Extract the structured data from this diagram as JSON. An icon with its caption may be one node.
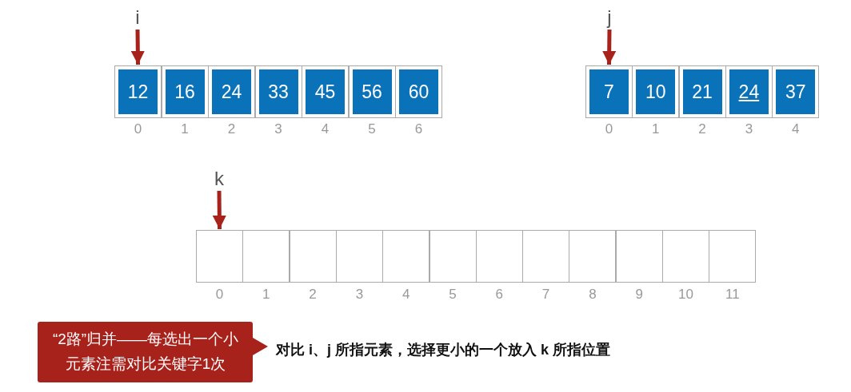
{
  "diagram": {
    "nodes": [
      {
        "text": [
          "i"
        ]
      },
      {
        "text": [
          "j"
        ]
      },
      {
        "text": [
          "12"
        ]
      },
      {
        "text": [
          "16"
        ]
      },
      {
        "text": [
          "24"
        ]
      },
      {
        "text": [
          "33"
        ]
      },
      {
        "text": [
          "45"
        ]
      },
      {
        "text": [
          "56"
        ]
      },
      {
        "text": [
          "60"
        ]
      },
      {
        "text": [
          "7"
        ]
      },
      {
        "text": [
          "10"
        ]
      },
      {
        "text": [
          "21"
        ]
      },
      {
        "text": [
          "24"
        ]
      },
      {
        "text": [
          "37"
        ]
      },
      {
        "text": [
          "k"
        ]
      },
      {
        "text": [],
        "shape": "box"
      },
      {
        "text": [],
        "shape": "box"
      },
      {
        "text": [],
        "shape": "box"
      },
      {
        "text": [],
        "shape": "box"
      },
      {
        "text": [],
        "shape": "box"
      },
      {
        "text": [],
        "shape": "box"
      },
      {
        "text": [],
        "shape": "box"
      },
      {
        "text": [],
        "shape": "box"
      },
      {
        "text": [],
        "shape": "box"
      },
      {
        "text": [],
        "shape": "box"
      },
      {
        "text": [],
        "shape": "box"
      },
      {
        "text": [],
        "shape": "box"
      },
      {
        "text": [
          "“2路”归并——每选出一个小元素注需对比关键字1次"
        ]
      }
    ],
    "edges": [
      {
        "from": 0,
        "to": 2,
        "arrow": "to"
      },
      {
        "from": 1,
        "to": 9,
        "arrow": "to"
      },
      {
        "from": 14,
        "to": 15,
        "arrow": "to"
      }
    ],
    "labels": [
      "0",
      "1",
      "2",
      "3",
      "4",
      "5",
      "6",
      "0",
      "1",
      "2",
      "3",
      "4",
      "0",
      "1",
      "2",
      "3",
      "4",
      "5",
      "6",
      "7",
      "8",
      "9",
      "10",
      "11",
      "对比 i、j 所指元素，选择更小的一个放入 k 所指位置"
    ]
  }
}
